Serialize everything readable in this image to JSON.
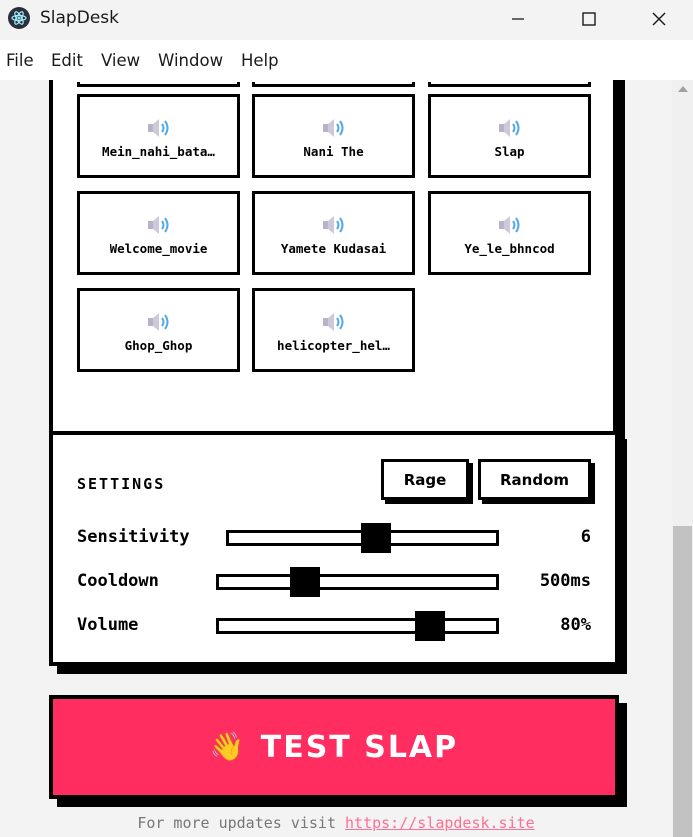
{
  "window": {
    "title": "SlapDesk"
  },
  "menu": [
    "File",
    "Edit",
    "View",
    "Window",
    "Help"
  ],
  "sounds": [
    "Mein_nahi_bata…",
    "Nani The",
    "Slap",
    "Welcome_movie",
    "Yamete Kudasai",
    "Ye_le_bhncod",
    "Ghop_Ghop",
    "helicopter_hel…"
  ],
  "settings": {
    "title": "SETTINGS",
    "rage_label": "Rage",
    "random_label": "Random",
    "sensitivity": {
      "label": "Sensitivity",
      "value_text": "6",
      "fraction": 0.55
    },
    "cooldown": {
      "label": "Cooldown",
      "value_text": "500ms",
      "fraction": 0.31
    },
    "volume": {
      "label": "Volume",
      "value_text": "80%",
      "fraction": 0.76
    }
  },
  "test_button": {
    "emoji": "👋",
    "label": "TEST SLAP"
  },
  "footer": {
    "text": "For more updates visit ",
    "link": "https://slapdesk.site"
  },
  "colors": {
    "accent": "#ff2d60",
    "link": "#ff6f93"
  }
}
